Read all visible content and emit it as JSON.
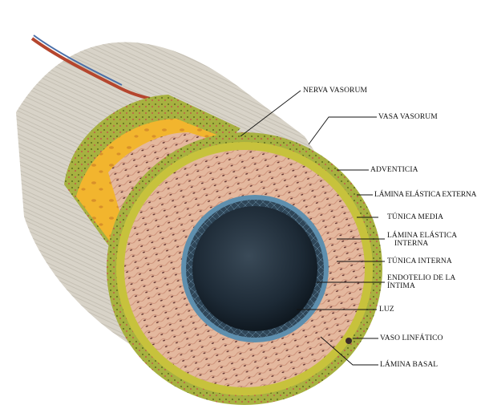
{
  "labels": {
    "nerva_vasorum": "NERVA VASORUM",
    "vasa_vasorum": "VASA VASORUM",
    "adventicia": "ADVENTICIA",
    "lamina_elastica_externa": "LÁMINA ELÁSTICA EXTERNA",
    "tunica_media": "TÚNICA MEDIA",
    "lamina_elastica_interna_1": "LÁMINA ELÁSTICA",
    "lamina_elastica_interna_2": "INTERNA",
    "tunica_interna": "TÚNICA INTERNA",
    "endotelio_1": "ENDOTELIO DE LA",
    "endotelio_2": "ÍNTIMA",
    "luz": "LUZ",
    "vaso_linfatico": "VASO LINFÁTICO",
    "lamina_basal": "LÁMINA BASAL"
  },
  "colors": {
    "adventitia_fibers": "#c9c3b6",
    "adventitia_green": "#9aa83a",
    "media_pink": "#e2b29a",
    "cut_yellow": "#f0b830",
    "lumen_dark": "#1f2c3a",
    "endothelium_blue": "#4f86a6",
    "nerve_red": "#b5462e",
    "nerve_blue": "#4a6fa8"
  }
}
